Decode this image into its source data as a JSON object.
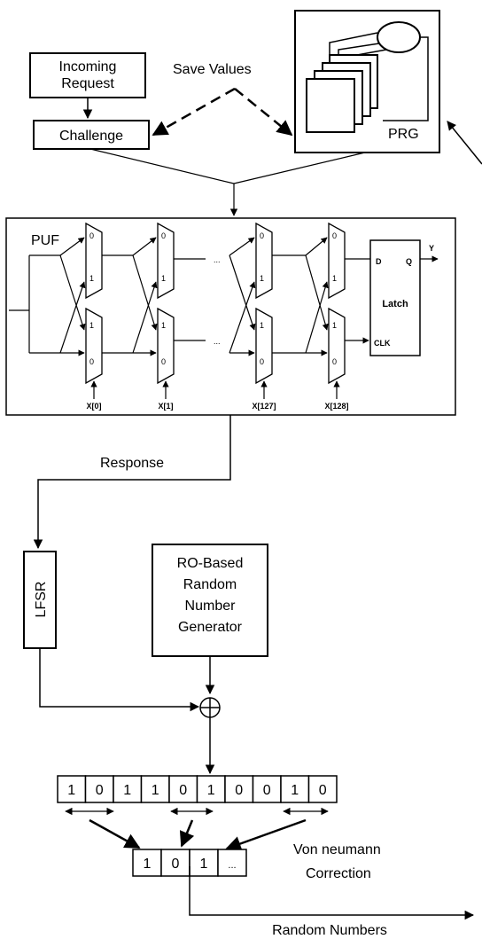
{
  "blocks": {
    "incoming_request": [
      "Incoming",
      "Request"
    ],
    "challenge": "Challenge",
    "save_values": "Save Values",
    "prg": "PRG",
    "puf": "PUF",
    "response": "Response",
    "lfsr": "LFSR",
    "ro_rng": [
      "RO-Based",
      "Random",
      "Number",
      "Generator"
    ],
    "von_neumann": [
      "Von neumann",
      "Correction"
    ],
    "random_numbers": "Random Numbers"
  },
  "puf_circuit": {
    "mux_zero": "0",
    "mux_one": "1",
    "ellipsis": "...",
    "inputs": [
      "X[0]",
      "X[1]",
      "X[127]",
      "X[128]"
    ],
    "latch": {
      "label": "Latch",
      "d": "D",
      "q": "Q",
      "clk": "CLK",
      "out": "Y"
    }
  },
  "bits": {
    "raw": [
      "1",
      "0",
      "1",
      "1",
      "0",
      "1",
      "0",
      "0",
      "1",
      "0"
    ],
    "corrected": [
      "1",
      "0",
      "1",
      "..."
    ]
  }
}
